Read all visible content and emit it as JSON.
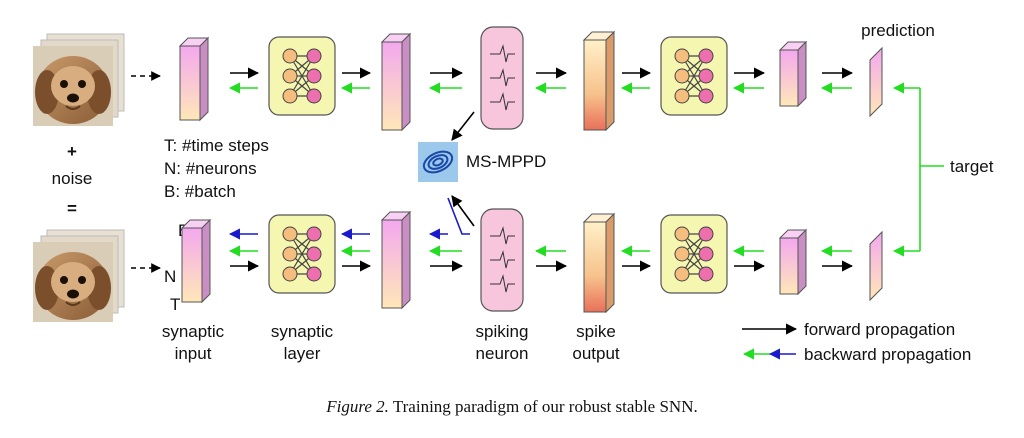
{
  "legend": {
    "time_steps": "T: #time steps",
    "neurons": "N: #neurons",
    "batch": "B: #batch",
    "forward": "forward propagation",
    "backward": "backward propagation"
  },
  "input": {
    "plus": "+",
    "noise": "noise",
    "equals": "="
  },
  "axes": {
    "b": "B",
    "n": "N",
    "t": "T"
  },
  "mppd": "MS-MPPD",
  "labels": {
    "prediction": "prediction",
    "target": "target",
    "synaptic_input_1": "synaptic",
    "synaptic_input_2": "input",
    "synaptic_layer_1": "synaptic",
    "synaptic_layer_2": "layer",
    "spiking_neuron_1": "spiking",
    "spiking_neuron_2": "neuron",
    "spike_output_1": "spike",
    "spike_output_2": "output"
  },
  "caption": {
    "figure": "Figure 2.",
    "text": " Training paradigm of our robust stable SNN."
  },
  "colors": {
    "forward_arrow": "#000000",
    "backward_arrow": "#22dd22",
    "attack_arrow": "#1a1acc",
    "synaptic_box": "#f5f7b0",
    "spiking_box": "#f7c6dc",
    "mppd_box": "#9cc8ec"
  }
}
